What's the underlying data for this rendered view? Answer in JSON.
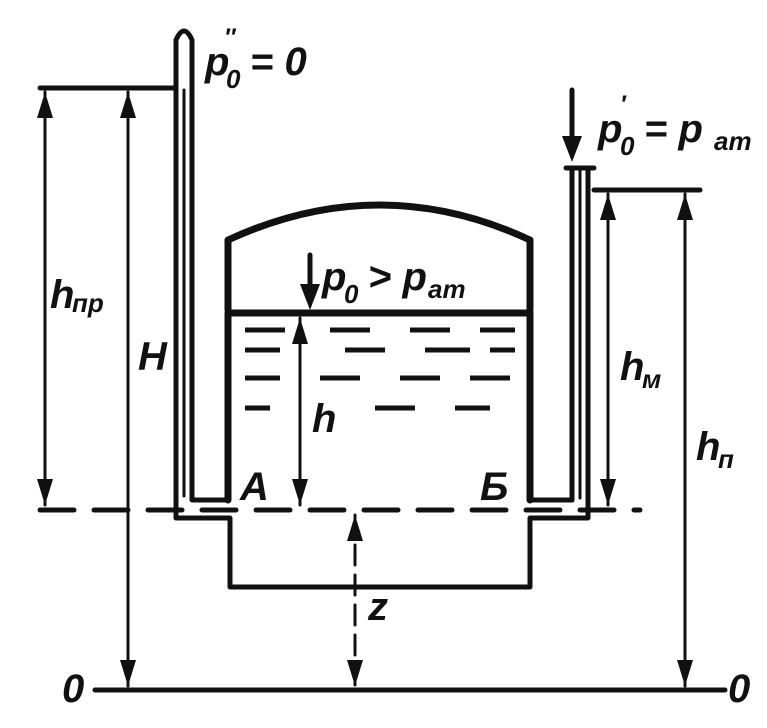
{
  "labels": {
    "p0_double_prime": "p″₀ = 0",
    "p0_prime": "p′₀ = pₐₜ",
    "p0_gt_pat": "p₀ > pₐₜ",
    "h_pr": "hₚᵣ",
    "H": "H",
    "h": "h",
    "A": "A",
    "B": "Б",
    "h_m": "hₘ",
    "h_p": "hₙ",
    "z": "z",
    "zero_left": "0",
    "zero_right": "0"
  },
  "parts": {
    "p0_double": {
      "main": "p",
      "sub": "0",
      "sup": "″",
      "eq": "= 0"
    },
    "p0_single": {
      "main": "p",
      "sub": "0",
      "sup": "′",
      "eq": "= p",
      "eqsub": "ат"
    },
    "p0_vessel": {
      "main": "p",
      "sub": "0",
      "eq": "> p",
      "eqsub": "ат"
    },
    "hpr": {
      "main": "h",
      "sub": "пр"
    },
    "hm": {
      "main": "h",
      "sub": "м"
    },
    "hp": {
      "main": "h",
      "sub": "п"
    }
  }
}
